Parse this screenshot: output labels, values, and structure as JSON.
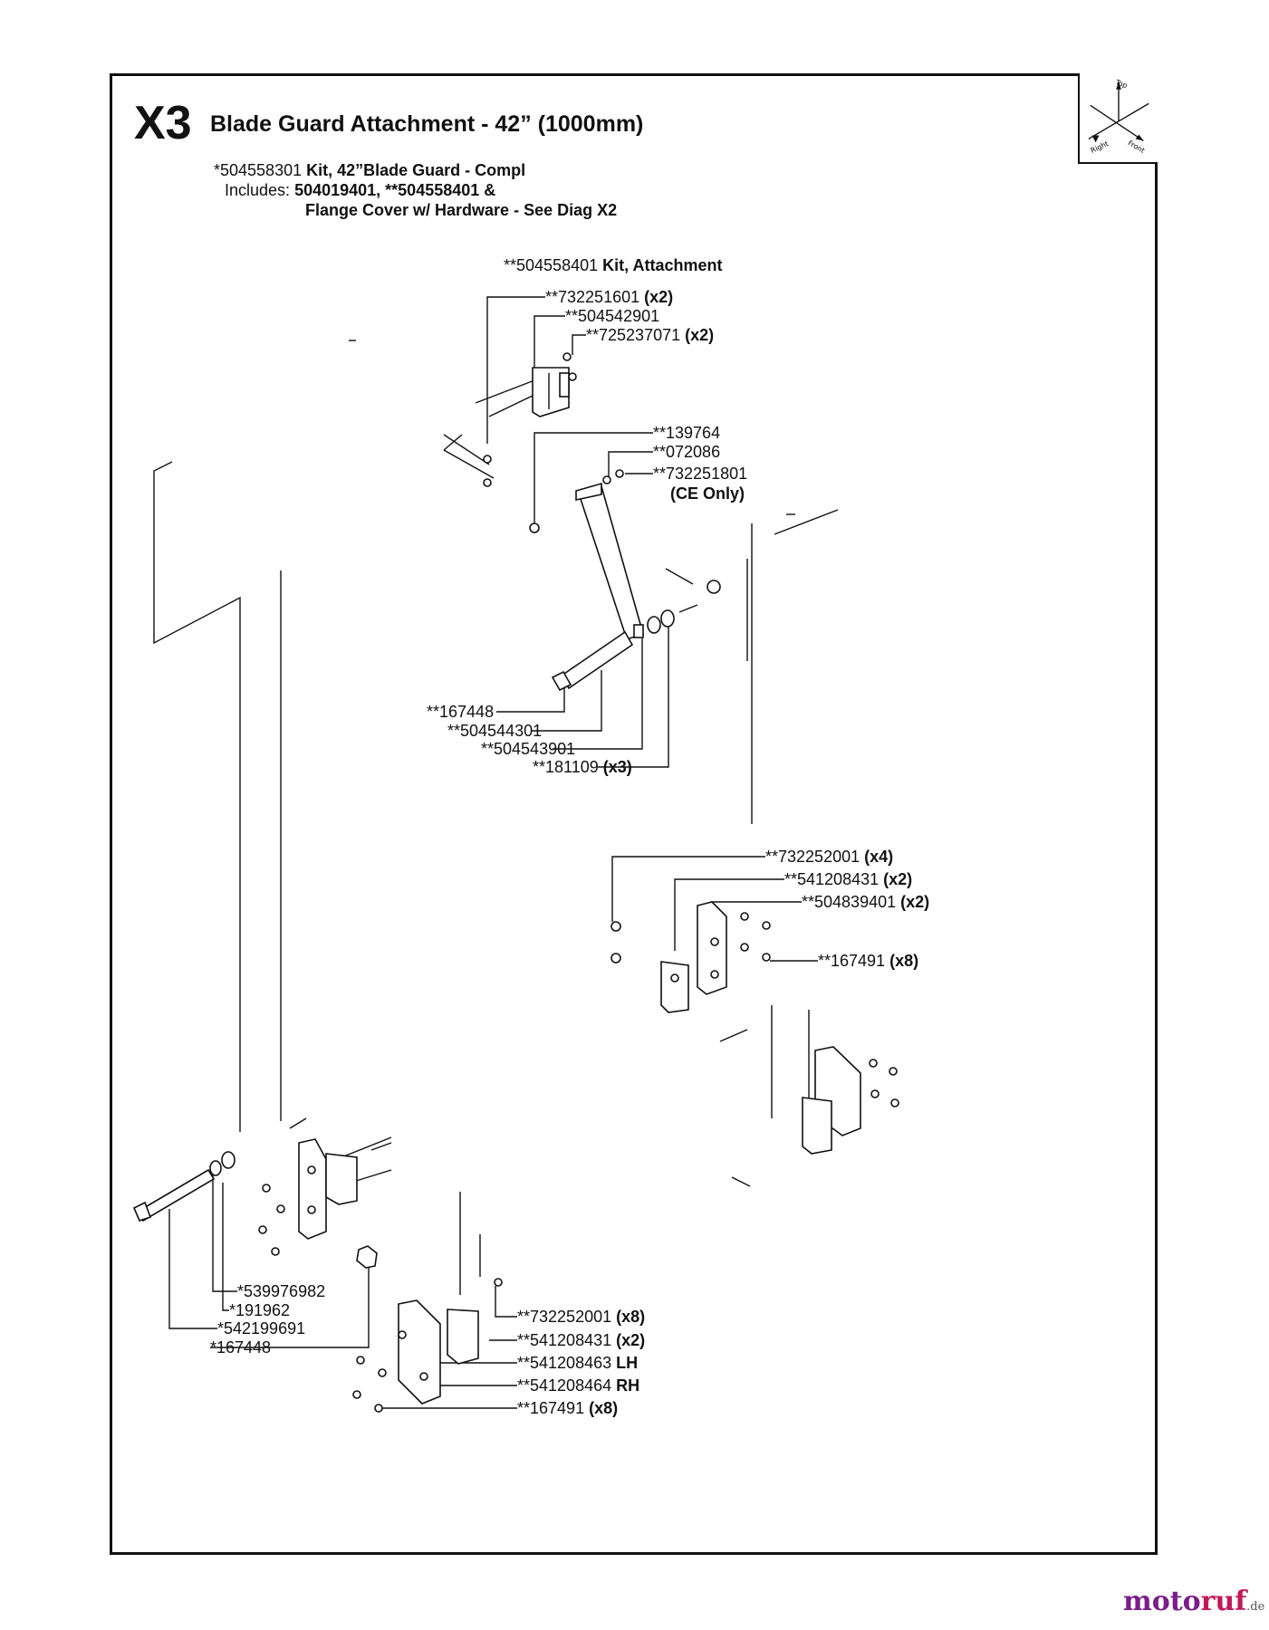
{
  "header": {
    "code": "X3",
    "title": "Blade Guard Attachment - 42” (1000mm)"
  },
  "compass": {
    "top": "Top",
    "right": "Right",
    "front": "Front"
  },
  "kit": {
    "line1_num": "*504558301",
    "line1_desc": "Kit, 42”Blade Guard - Compl",
    "line2_pre": "Includes:",
    "line2_parts": "504019401, **504558401 &",
    "line3": "Flange Cover w/ Hardware - See Diag X2"
  },
  "attachment_kit": {
    "num": "**504558401",
    "desc": "Kit, Attachment"
  },
  "callouts": [
    {
      "id": "c1",
      "num": "**732251601",
      "qty": "(x2)"
    },
    {
      "id": "c2",
      "num": "**504542901",
      "qty": ""
    },
    {
      "id": "c3",
      "num": "**725237071",
      "qty": "(x2)"
    },
    {
      "id": "c4",
      "num": "**139764",
      "qty": ""
    },
    {
      "id": "c5",
      "num": "**072086",
      "qty": ""
    },
    {
      "id": "c6",
      "num": "**732251801",
      "qty": ""
    },
    {
      "id": "c7",
      "num": "",
      "qty": "(CE Only)"
    },
    {
      "id": "c8",
      "num": "**167448",
      "qty": ""
    },
    {
      "id": "c9",
      "num": "**504544301",
      "qty": ""
    },
    {
      "id": "c10",
      "num": "**504543901",
      "qty": ""
    },
    {
      "id": "c11",
      "num": "**181109",
      "qty": "(x3)"
    },
    {
      "id": "c12",
      "num": "**732252001",
      "qty": "(x4)"
    },
    {
      "id": "c13",
      "num": "**541208431",
      "qty": "(x2)"
    },
    {
      "id": "c14",
      "num": "**504839401",
      "qty": "(x2)"
    },
    {
      "id": "c15",
      "num": "**167491",
      "qty": "(x8)"
    },
    {
      "id": "c16",
      "num": "*539976982",
      "qty": ""
    },
    {
      "id": "c17",
      "num": "*191962",
      "qty": ""
    },
    {
      "id": "c18",
      "num": "*542199691",
      "qty": ""
    },
    {
      "id": "c19",
      "num": "*167448",
      "qty": ""
    },
    {
      "id": "c20",
      "num": "**732252001",
      "qty": "(x8)"
    },
    {
      "id": "c21",
      "num": "**541208431",
      "qty": "(x2)"
    },
    {
      "id": "c22",
      "num": "**541208463",
      "qty": "LH"
    },
    {
      "id": "c23",
      "num": "**541208464",
      "qty": "RH"
    },
    {
      "id": "c24",
      "num": "**167491",
      "qty": "(x8)"
    }
  ],
  "watermark": {
    "part1": "moto",
    "part2": "ruf",
    "tld": ".de"
  }
}
